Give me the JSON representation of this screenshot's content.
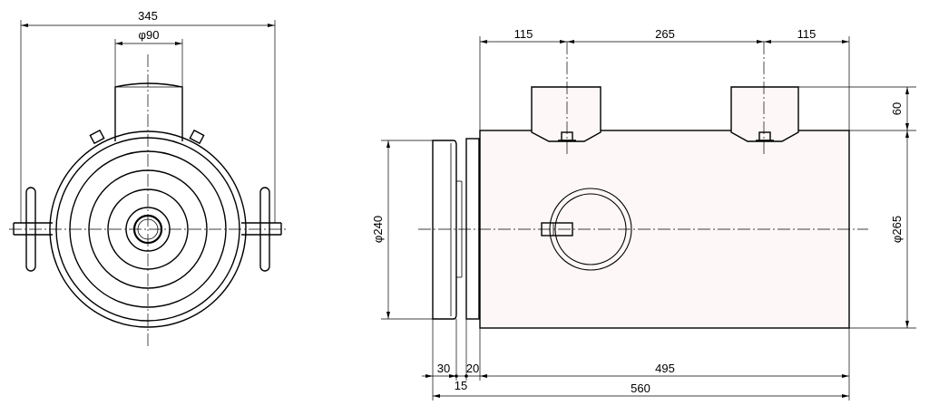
{
  "dimensions": {
    "front_overall_width": "345",
    "front_port_diameter": "φ90",
    "side_left_offset": "115",
    "side_port_spacing": "265",
    "side_right_offset": "115",
    "port_height": "60",
    "body_diameter": "φ265",
    "flange_diameter": "φ240",
    "flange_thickness": "30",
    "gap": "15",
    "ring_thickness": "20",
    "body_length": "495",
    "overall_length": "560"
  }
}
